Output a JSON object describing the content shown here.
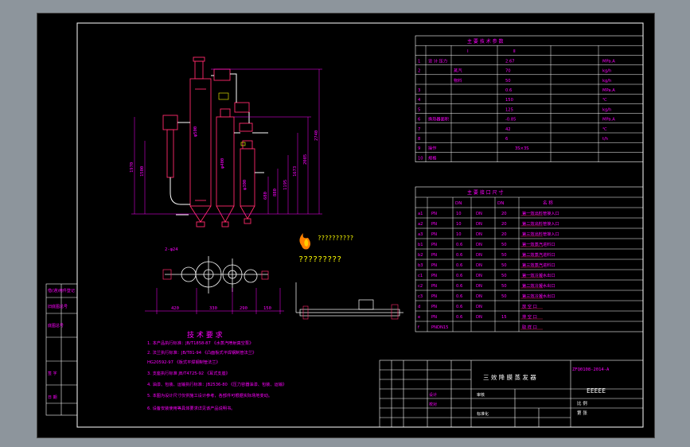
{
  "params_title": "主 要 技 术 参 数",
  "params_header": [
    "",
    "",
    "Ⅰ",
    "Ⅱ"
  ],
  "params_rows": [
    {
      "no": "1",
      "name": "设 计 压力",
      "sub": "",
      "v1": "2.67",
      "v2": "",
      "unit": "MPa.A"
    },
    {
      "no": "2",
      "name": "",
      "sub": "蒸汽",
      "v1": "70",
      "v2": "",
      "unit": "kg/h"
    },
    {
      "no": "",
      "name": "",
      "sub": "物料",
      "v1": "50",
      "v2": "",
      "unit": "kg/h"
    },
    {
      "no": "3",
      "name": "",
      "sub": "",
      "v1": "0.6",
      "v2": "",
      "unit": "MPa.A"
    },
    {
      "no": "4",
      "name": "",
      "sub": "",
      "v1": "150",
      "v2": "",
      "unit": "℃"
    },
    {
      "no": "5",
      "name": "",
      "sub": "",
      "v1": "125",
      "v2": "",
      "unit": "kg/h"
    },
    {
      "no": "6",
      "name": "换热器面积",
      "sub": "",
      "v1": "-0.85",
      "v2": "",
      "unit": "MPa.A"
    },
    {
      "no": "7",
      "name": "",
      "sub": "",
      "v1": "42",
      "v2": "",
      "unit": "℃"
    },
    {
      "no": "8",
      "name": "",
      "sub": "",
      "v1": "6",
      "v2": "",
      "unit": "t/h"
    },
    {
      "no": "9",
      "name": "操作",
      "sub": "",
      "v1": "",
      "v2": "",
      "unit": ""
    },
    {
      "no": "10",
      "name": "规格",
      "sub": "",
      "v1": "",
      "v2": "",
      "unit": ""
    }
  ],
  "params_row9_span": "3S×3S",
  "nozzle_title": "主 要 接 口 尺 寸",
  "nozzle_header": [
    "",
    "",
    "DN",
    "DN",
    "名 称"
  ],
  "nozzle_rows": [
    {
      "code": "a1",
      "pn": "PN",
      "pnv": "10",
      "dn": "DN",
      "dnv": "20",
      "name": "第一效出料管接入口"
    },
    {
      "code": "a2",
      "pn": "PN",
      "pnv": "10",
      "dn": "DN",
      "dnv": "20",
      "name": "第二效出料管接入口"
    },
    {
      "code": "a3",
      "pn": "PN",
      "pnv": "10",
      "dn": "DN",
      "dnv": "20",
      "name": "第三效出料管接入口"
    },
    {
      "code": "b1",
      "pn": "PN",
      "pnv": "0.6",
      "dn": "DN",
      "dnv": "50",
      "name": "第一效蒸汽进料口"
    },
    {
      "code": "b2",
      "pn": "PN",
      "pnv": "0.6",
      "dn": "DN",
      "dnv": "50",
      "name": "第二效蒸汽进料口"
    },
    {
      "code": "b3",
      "pn": "PN",
      "pnv": "0.6",
      "dn": "DN",
      "dnv": "50",
      "name": "第三效蒸汽进料口"
    },
    {
      "code": "c1",
      "pn": "PN",
      "pnv": "0.6",
      "dn": "DN",
      "dnv": "50",
      "name": "第一效冷凝水出口"
    },
    {
      "code": "c2",
      "pn": "PN",
      "pnv": "0.6",
      "dn": "DN",
      "dnv": "50",
      "name": "第二效冷凝水出口"
    },
    {
      "code": "c3",
      "pn": "PN",
      "pnv": "0.6",
      "dn": "DN",
      "dnv": "50",
      "name": "第三效冷凝水出口"
    },
    {
      "code": "d",
      "pn": "PN",
      "pnv": "0.6",
      "dn": "DN",
      "dnv": "",
      "name": "放 空 口"
    },
    {
      "code": "e",
      "pn": "PN",
      "pnv": "0.6",
      "dn": "DN",
      "dnv": "15",
      "name": "排 空 口"
    },
    {
      "code": "f",
      "pn": "PNDN15",
      "pnv": "",
      "dn": "",
      "dnv": "",
      "name": "取 样 口"
    }
  ],
  "tech_title": "技 术 要 求",
  "tech_lines": [
    "1.  本产品执行标准：JB/T1858-87  《水蒸汽喷射真空泵》",
    "2.  法兰执行标准：JB/T81-94    《凸面板式平焊钢制管法兰》",
    "    HG20592-97  《板式平焊钢制管法兰》",
    "3.  支座执行标准    JB/T4725-92   《耳式支座》",
    "4.  油漆、包装、运输执行标准：JB2536-80   《压力容器油漆、包装、运输》",
    "5.  本图为设计尺寸仅供施工设计参考，各部件可根据实际场地变动。",
    "6.  设备安装使用等具体要求详见该产品说明书。"
  ],
  "logo_text": "??????????",
  "logo_caption": "?????????",
  "dims": {
    "v1": "1970",
    "v2": "1500",
    "v3": "2740",
    "v4": "2085",
    "v5": "1673",
    "v6": "1195",
    "v7": "880",
    "v8": "680",
    "d1": "φ500",
    "d2": "φ400",
    "d3": "φ300",
    "p1": "2-φ24",
    "h1": "420",
    "h2": "330",
    "h3": "290",
    "h4": "150"
  },
  "title_block": {
    "product": "三 效 降 膜 蒸 发 器",
    "drawing_no": "ZFQ0108-2014-A",
    "part_code": "EEEEE",
    "scale_label": "比 例",
    "sheet_label": "第 张",
    "label_a": "设计",
    "label_b": "校对",
    "label_c": "审核",
    "label_d": "标准化"
  },
  "left_labels": [
    "借(通)用件登记",
    "旧底图总号",
    "底图总号",
    "签 字",
    "日 期"
  ],
  "colors": {
    "line": "#e0004a",
    "dim": "#ff00ff",
    "pipe": "#ffffff",
    "frame": "#ffffff",
    "text": "#ff00ff",
    "yellow": "#ffff00"
  }
}
